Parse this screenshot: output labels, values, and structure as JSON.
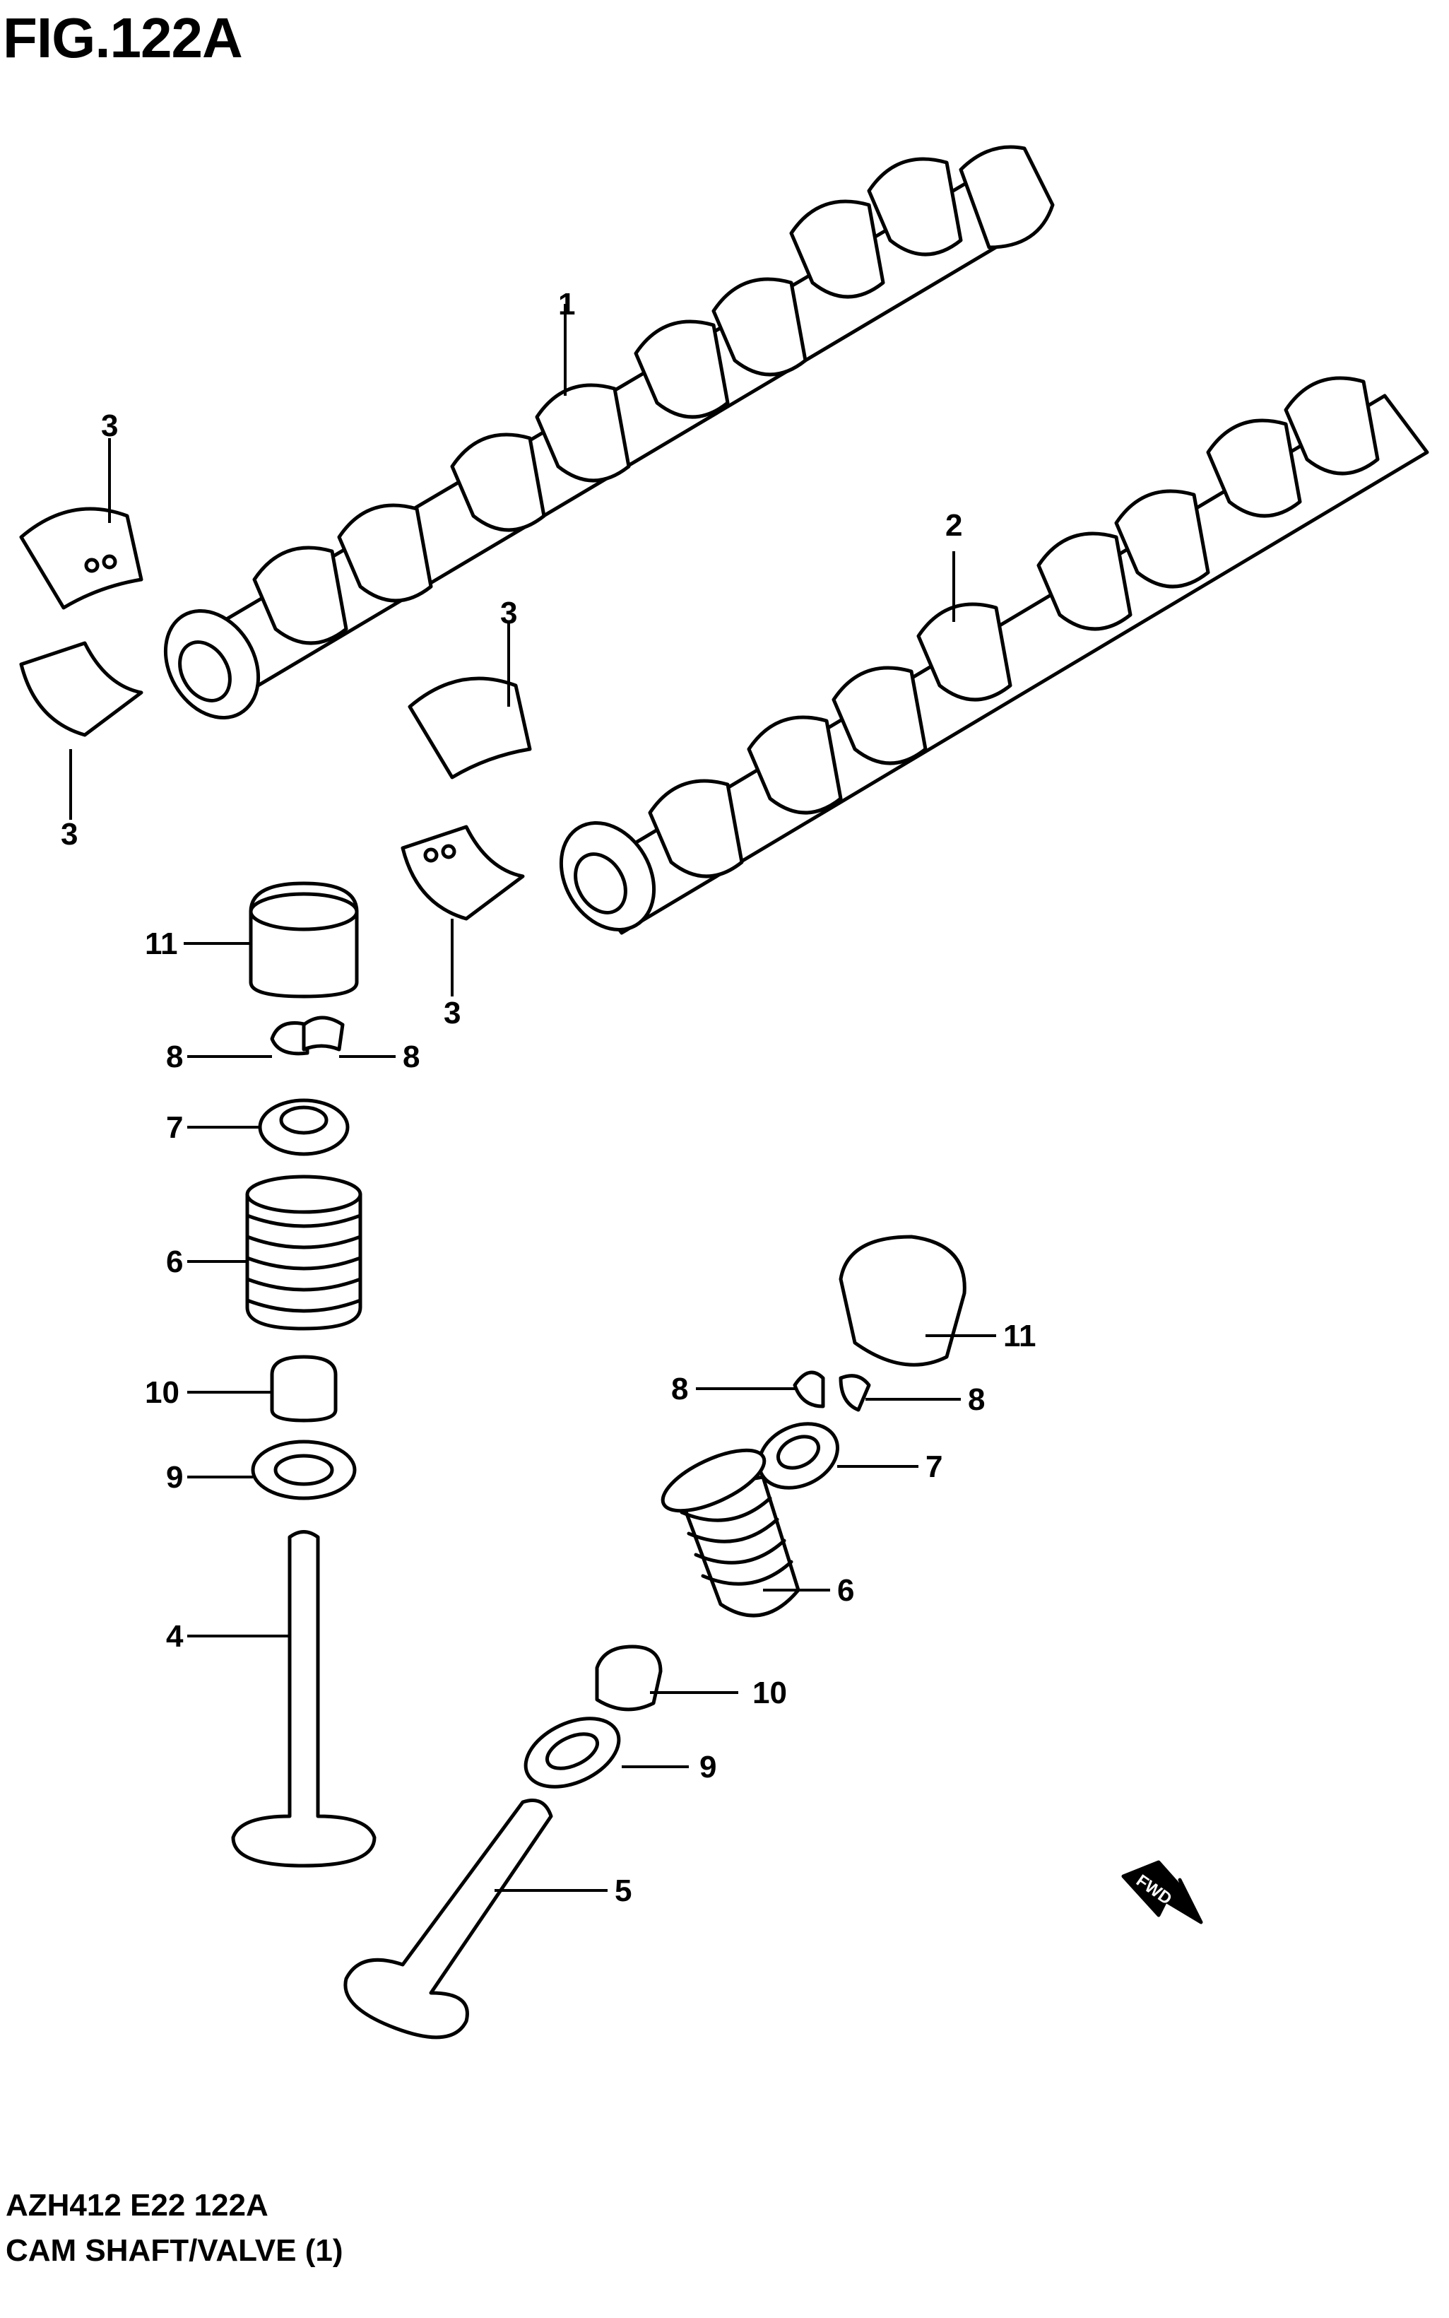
{
  "figure": {
    "title": "FIG.122A",
    "code": "AZH412 E22 122A",
    "caption": "CAM SHAFT/VALVE (1)"
  },
  "direction_marker": {
    "label": "FWD"
  },
  "callouts": {
    "camshaft_1": "1",
    "camshaft_2": "2",
    "bearing_3a": "3",
    "bearing_3b": "3",
    "bearing_3c": "3",
    "bearing_3d": "3",
    "valve_4": "4",
    "valve_5": "5",
    "spring_6a": "6",
    "spring_6b": "6",
    "retainer_7a": "7",
    "retainer_7b": "7",
    "cotter_8a": "8",
    "cotter_8b": "8",
    "cotter_8c": "8",
    "cotter_8d": "8",
    "seat_9a": "9",
    "seat_9b": "9",
    "seal_10a": "10",
    "seal_10b": "10",
    "lifter_11a": "11",
    "lifter_11b": "11"
  }
}
